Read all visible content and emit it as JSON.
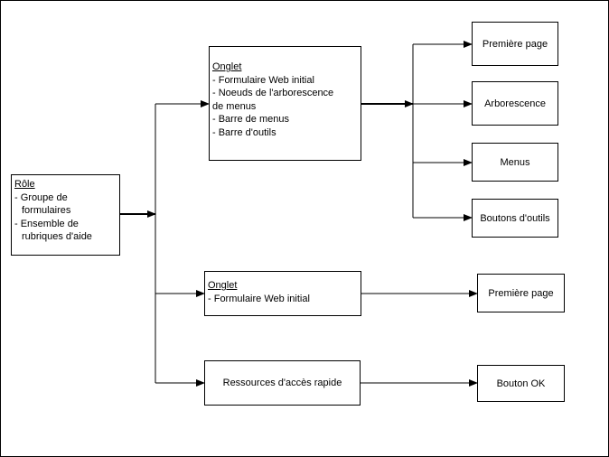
{
  "diagram": {
    "role_box": {
      "heading": "Rôle",
      "lines": [
        "- Groupe de",
        "formulaires",
        "- Ensemble de",
        "rubriques d'aide"
      ]
    },
    "tab_box_1": {
      "heading": "Onglet",
      "lines": [
        "- Formulaire Web initial",
        "- Noeuds de l'arborescence",
        "de menus",
        "- Barre de menus",
        "- Barre d'outils"
      ]
    },
    "tab_box_2": {
      "heading": "Onglet",
      "lines": [
        "- Formulaire Web initial"
      ]
    },
    "quick_access_box": {
      "label": "Ressources d'accès rapide"
    },
    "leaf_boxes": {
      "first_page_1": "Première page",
      "tree": "Arborescence",
      "menus": "Menus",
      "toolbar_buttons": "Boutons d'outils",
      "first_page_2": "Première page",
      "ok_button": "Bouton OK"
    }
  },
  "colors": {
    "stroke": "#000000",
    "background": "#ffffff"
  }
}
